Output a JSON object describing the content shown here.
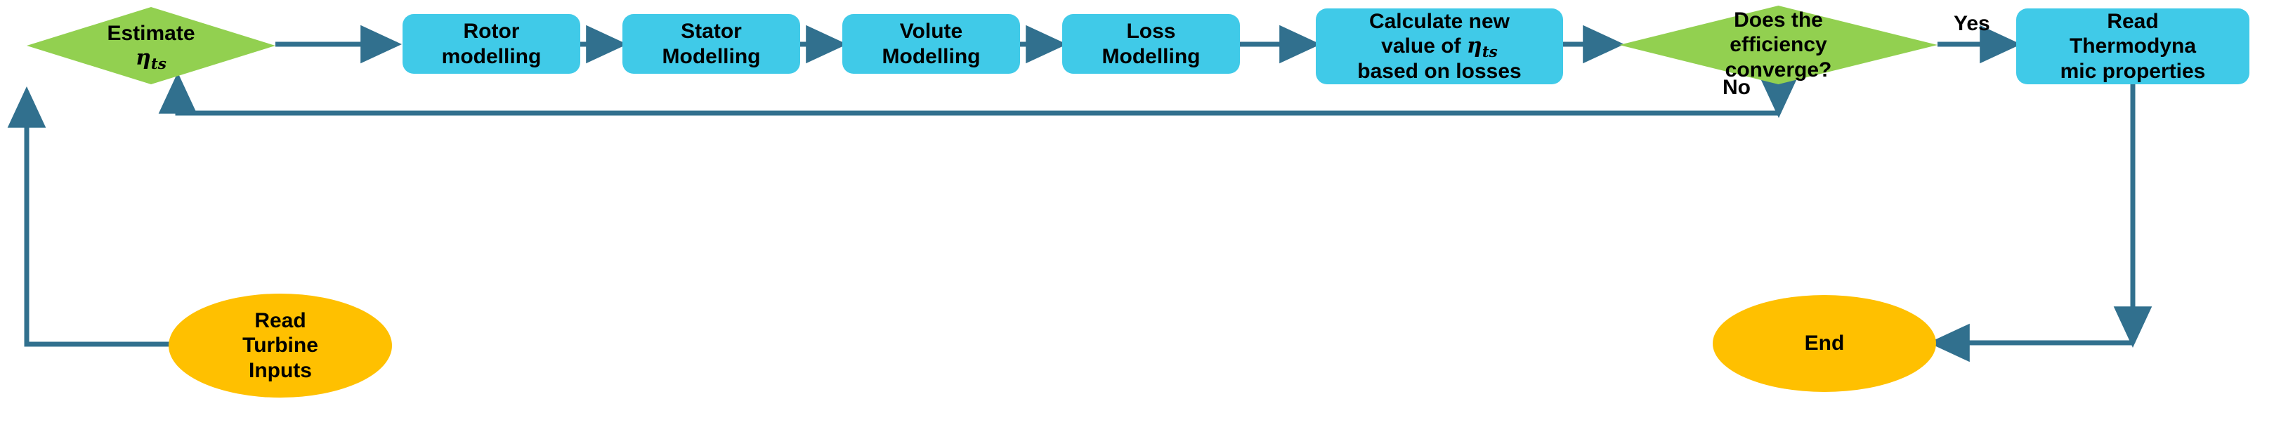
{
  "diagram": {
    "title": "Radial turbine preliminary design iterative procedure",
    "colors": {
      "process_fill": "#40CAE8",
      "decision_fill": "#92D050",
      "terminator_fill": "#FFC000",
      "connector": "#31708E",
      "text": "#000000",
      "background": "#FFFFFF"
    },
    "nodes": [
      {
        "id": "estimate",
        "type": "decision",
        "lines": [
          "Estimate",
          "ηts"
        ]
      },
      {
        "id": "rotor",
        "type": "process",
        "lines": [
          "Rotor",
          "modelling"
        ]
      },
      {
        "id": "stator",
        "type": "process",
        "lines": [
          "Stator",
          "Modelling"
        ]
      },
      {
        "id": "volute",
        "type": "process",
        "lines": [
          "Volute",
          "Modelling"
        ]
      },
      {
        "id": "loss",
        "type": "process",
        "lines": [
          "Loss",
          "Modelling"
        ]
      },
      {
        "id": "calculate",
        "type": "process",
        "lines": [
          "Calculate new",
          "value of ηts",
          "based on losses"
        ]
      },
      {
        "id": "converge",
        "type": "decision",
        "lines": [
          "Does the",
          "efficiency",
          "converge?"
        ]
      },
      {
        "id": "thermo",
        "type": "process",
        "lines": [
          "Read",
          "Thermodyna",
          "mic properties"
        ]
      },
      {
        "id": "inputs",
        "type": "terminator",
        "lines": [
          "Read",
          "Turbine",
          "Inputs"
        ]
      },
      {
        "id": "end",
        "type": "terminator",
        "lines": [
          "End"
        ]
      }
    ],
    "edge_labels": {
      "yes": "Yes",
      "no": "No"
    },
    "node_text": {
      "estimate_l1": "Estimate",
      "estimate_eta": "η",
      "estimate_sub": "ts",
      "rotor_l1": "Rotor",
      "rotor_l2": "modelling",
      "stator_l1": "Stator",
      "stator_l2": "Modelling",
      "volute_l1": "Volute",
      "volute_l2": "Modelling",
      "loss_l1": "Loss",
      "loss_l2": "Modelling",
      "calc_l1": "Calculate new",
      "calc_l2a": "value of ",
      "calc_eta": "η",
      "calc_sub": "ts",
      "calc_l3": "based on losses",
      "conv_l1": "Does the",
      "conv_l2": "efficiency",
      "conv_l3": "converge?",
      "thermo_l1": "Read",
      "thermo_l2": "Thermodyna",
      "thermo_l3": "mic properties",
      "inputs_l1": "Read",
      "inputs_l2": "Turbine",
      "inputs_l3": "Inputs",
      "end_l1": "End"
    }
  }
}
